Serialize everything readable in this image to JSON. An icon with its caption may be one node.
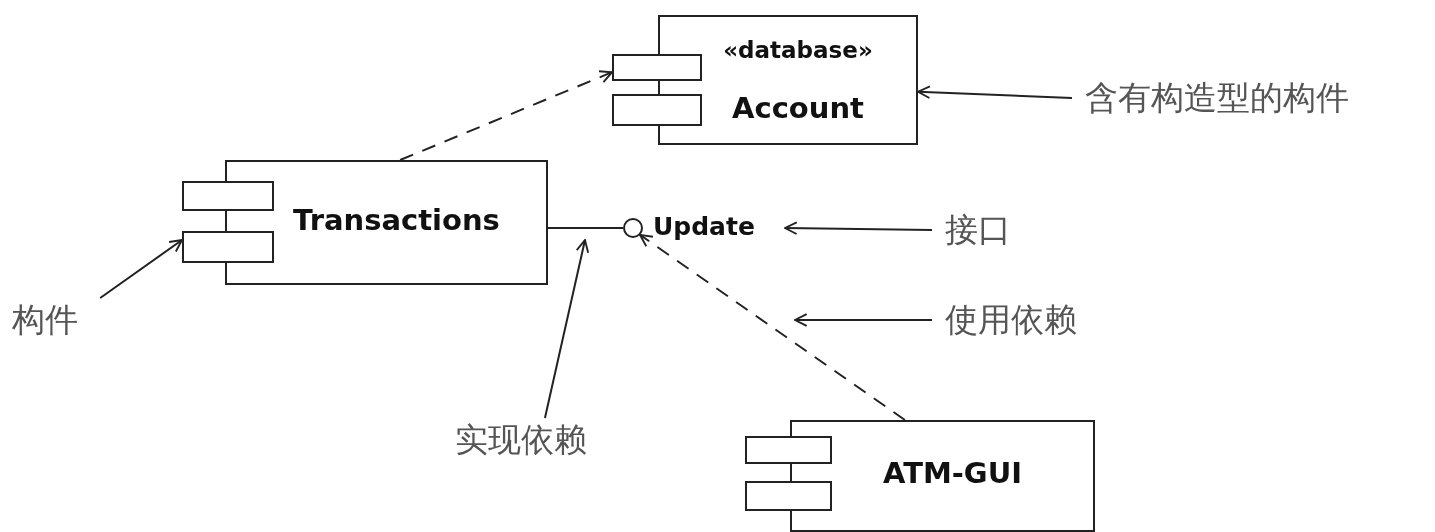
{
  "diagram": {
    "nodes": [
      {
        "text": [
          "«database»",
          "Account"
        ]
      },
      {
        "text": [
          "Transactions"
        ]
      },
      {
        "text": [
          "Update"
        ]
      },
      {
        "text": [
          "ATM-GUI"
        ]
      },
      {
        "text": [
          "含有构造型的构件"
        ]
      },
      {
        "text": [
          "接口"
        ]
      },
      {
        "text": [
          "使用依赖"
        ]
      },
      {
        "text": [
          "构件"
        ]
      },
      {
        "text": [
          "实现依赖"
        ]
      }
    ],
    "edges": [
      {
        "from": 1,
        "to": 0,
        "arrow": "to",
        "style": "dashed"
      },
      {
        "from": 1,
        "to": 2,
        "arrow": "none"
      },
      {
        "from": 3,
        "to": 2,
        "arrow": "to",
        "style": "dashed"
      },
      {
        "from": 4,
        "to": 0,
        "arrow": "to"
      },
      {
        "from": 5,
        "to": 2,
        "arrow": "to"
      },
      {
        "from": 6,
        "to": null,
        "arrow": "to"
      },
      {
        "from": 7,
        "to": 1,
        "arrow": "to"
      },
      {
        "from": 8,
        "to": null,
        "arrow": "to"
      }
    ]
  }
}
